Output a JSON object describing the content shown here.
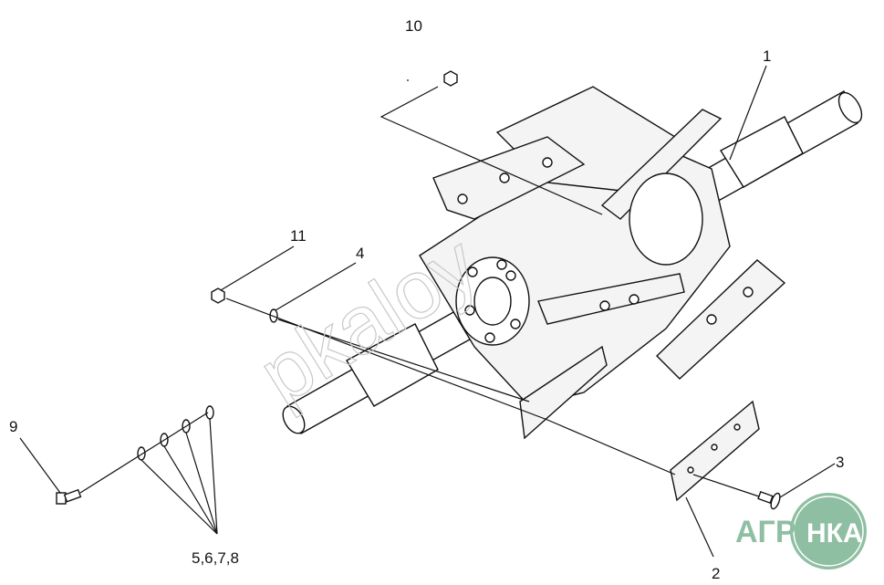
{
  "title": "Exploded view: rotor shaft assembly",
  "callouts": {
    "c1": "1",
    "c2": "2",
    "c3": "3",
    "c4": "4",
    "c5_8": "5,6,7,8",
    "c9": "9",
    "c10": "10",
    "c11": "11"
  },
  "watermark": "pkaloy",
  "logo": {
    "text_left": "АГРО",
    "text_right": "НКА",
    "color": "#8fbfa2"
  }
}
